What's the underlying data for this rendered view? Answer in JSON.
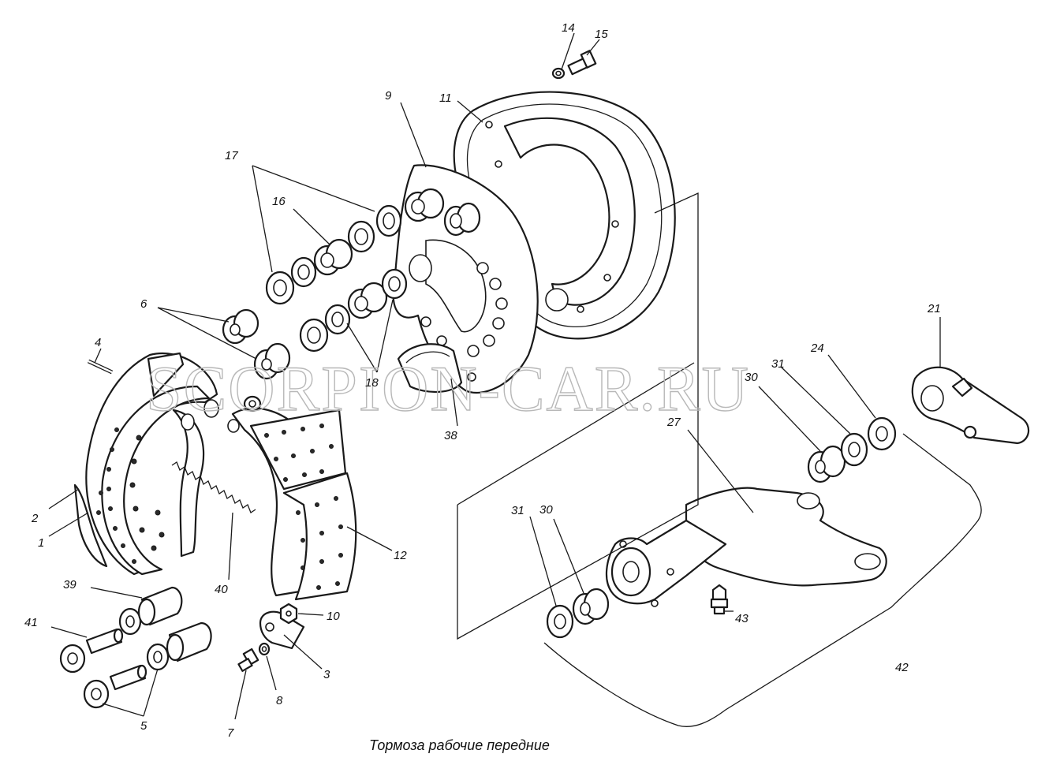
{
  "caption": "Тормоза рабочие передние",
  "watermark": "SCORPION-CAR.RU",
  "callouts": {
    "c1": "1",
    "c2": "2",
    "c3": "3",
    "c4": "4",
    "c5": "5",
    "c6": "6",
    "c7": "7",
    "c8": "8",
    "c9": "9",
    "c10": "10",
    "c11": "11",
    "c12": "12",
    "c14": "14",
    "c15": "15",
    "c16": "16",
    "c17": "17",
    "c18": "18",
    "c21": "21",
    "c24": "24",
    "c27": "27",
    "c30a": "30",
    "c30b": "30",
    "c31a": "31",
    "c31b": "31",
    "c38": "38",
    "c39": "39",
    "c40": "40",
    "c41": "41",
    "c42": "42",
    "c43": "43"
  },
  "colors": {
    "ink": "#1a1a1a",
    "paper": "#ffffff",
    "watermark": "#b8b8b8"
  }
}
